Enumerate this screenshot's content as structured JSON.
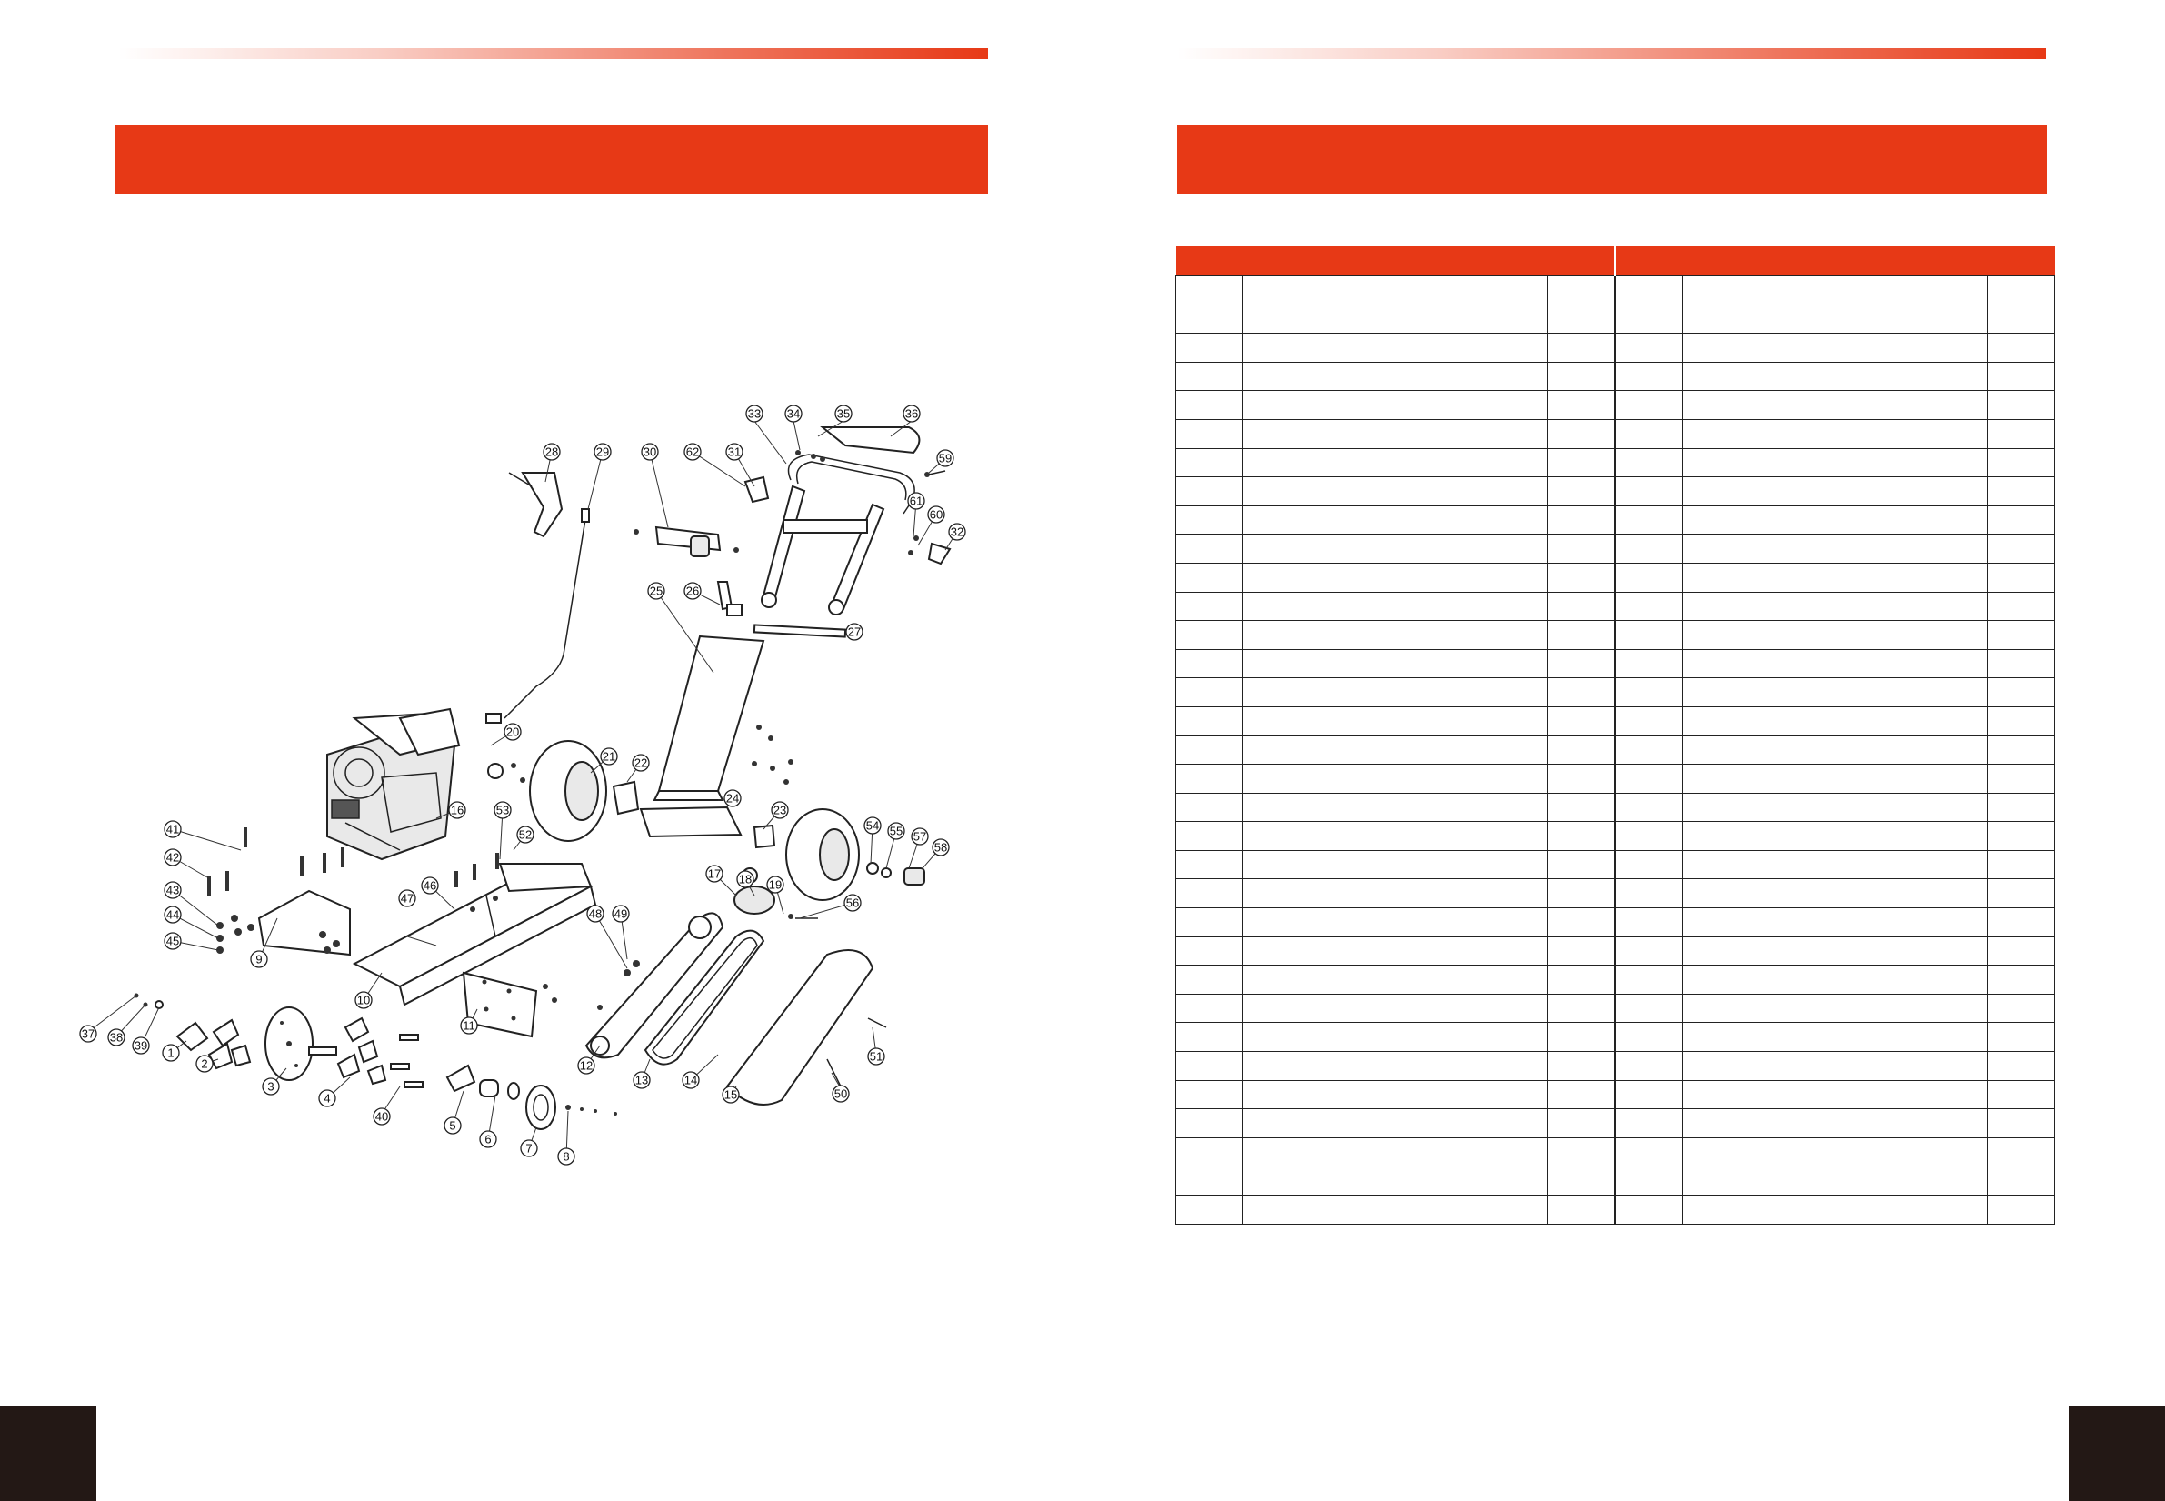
{
  "left_page": {
    "section_title": "",
    "callouts": [
      "1",
      "2",
      "3",
      "4",
      "5",
      "6",
      "7",
      "8",
      "9",
      "10",
      "11",
      "12",
      "13",
      "14",
      "15",
      "16",
      "17",
      "18",
      "19",
      "20",
      "21",
      "22",
      "23",
      "24",
      "25",
      "26",
      "27",
      "28",
      "29",
      "30",
      "31",
      "32",
      "33",
      "34",
      "35",
      "36",
      "37",
      "38",
      "39",
      "40",
      "41",
      "42",
      "43",
      "44",
      "45",
      "46",
      "47",
      "48",
      "49",
      "50",
      "51",
      "52",
      "53",
      "54",
      "55",
      "56",
      "57",
      "58",
      "59",
      "60",
      "61",
      "62"
    ]
  },
  "right_page": {
    "section_title": "",
    "table": {
      "headers": [
        "",
        ""
      ],
      "row_count": 33,
      "rows": []
    }
  }
}
